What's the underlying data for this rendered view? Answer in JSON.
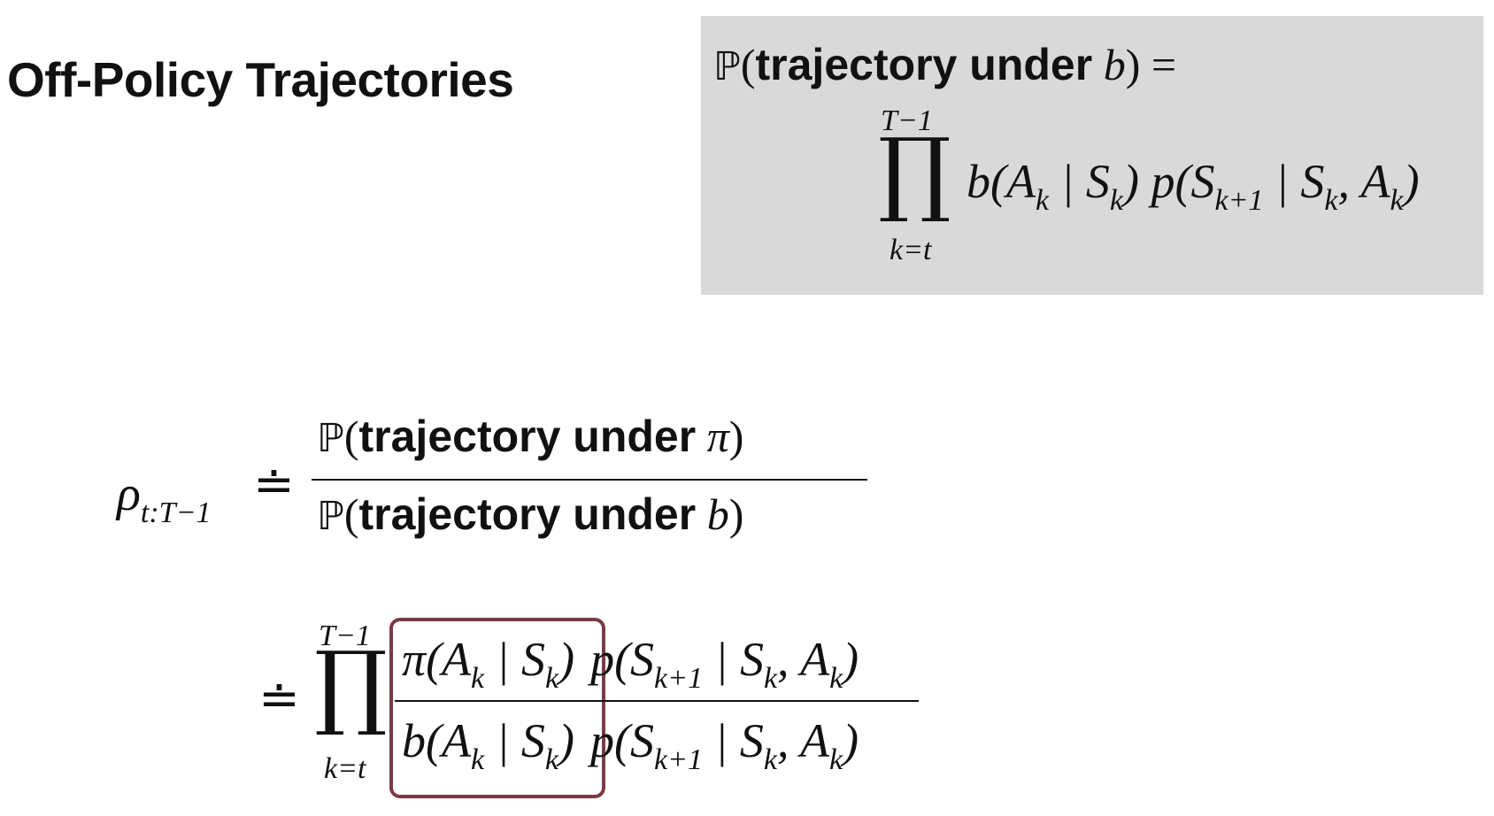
{
  "slide": {
    "title": "Off-Policy Trajectories"
  },
  "formula_box": {
    "bg_color": "#d9d9d9",
    "prob_symbol": "ℙ",
    "lhs_text": "trajectory under",
    "lhs_var": "b",
    "equals": "=",
    "prod_upper": "T−1",
    "prod_lower": "k=t",
    "prod_symbol": "∏",
    "term1": "b(A",
    "term2": " | S",
    "term3": ") p(S",
    "term4": " | S",
    "term5": ", A",
    "sub_k": "k",
    "sub_k1": "k+1"
  },
  "rho_def": {
    "rho": "ρ",
    "rho_sub": "t:T−1",
    "def_eq": "≐",
    "num_text": "trajectory under",
    "num_var": "π",
    "den_text": "trajectory under",
    "den_var": "b",
    "prob_symbol": "ℙ"
  },
  "product_form": {
    "def_eq": "≐",
    "prod_upper": "T−1",
    "prod_lower": "k=t",
    "prod_symbol": "∏",
    "num_policy": "π",
    "den_policy": "b",
    "highlight_color": "#7a3b44"
  }
}
